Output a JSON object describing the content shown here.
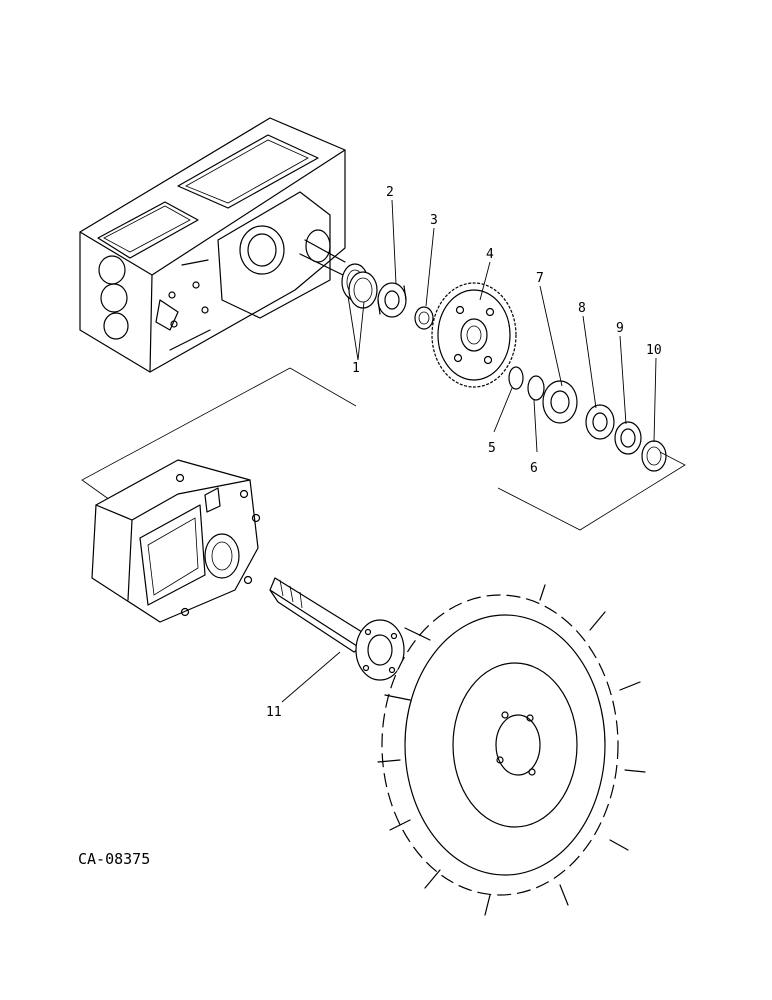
{
  "drawing_id": "CA-08375",
  "callouts": [
    "1",
    "2",
    "3",
    "4",
    "5",
    "6",
    "7",
    "8",
    "9",
    "10",
    "11"
  ],
  "parts": [
    {
      "icon": "transmission-case-icon"
    },
    {
      "icon": "final-drive-housing-icon"
    },
    {
      "icon": "axle-shaft-icon"
    },
    {
      "icon": "wheel-tire-icon"
    }
  ]
}
